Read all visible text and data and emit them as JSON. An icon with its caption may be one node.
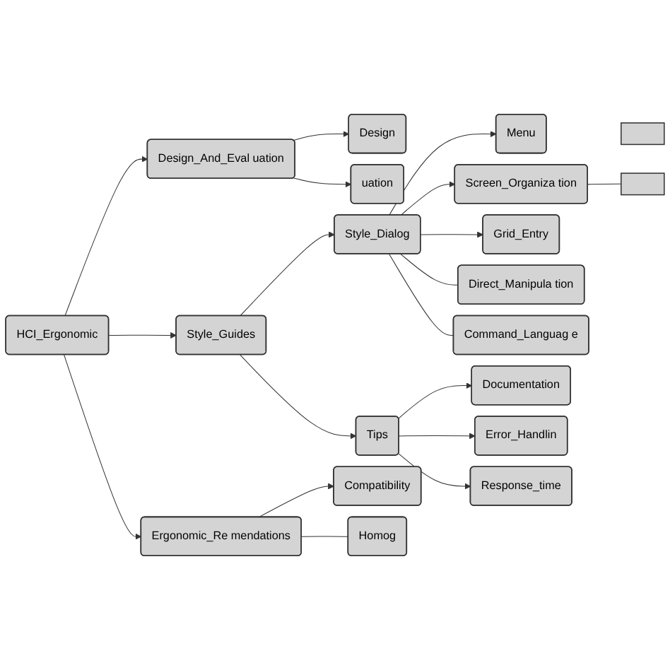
{
  "diagram": {
    "nodes": [
      {
        "text": [
          "HCI_Ergonomic"
        ]
      },
      {
        "text": [
          "Design_And_Eval uation"
        ]
      },
      {
        "text": [
          "Style_Guides"
        ]
      },
      {
        "text": [
          "Ergonomic_Re mendations"
        ]
      },
      {
        "text": [
          "Design"
        ]
      },
      {
        "text": [
          "Compatibility"
        ]
      },
      {
        "text": [
          "Style_Dialog"
        ]
      },
      {
        "text": [
          "uation"
        ]
      },
      {
        "text": [
          "Tips"
        ]
      },
      {
        "text": [
          "Homog"
        ]
      },
      {
        "text": [
          "Menu"
        ]
      },
      {
        "text": [
          "Documentation"
        ]
      },
      {
        "text": [
          "Error_Handlin"
        ]
      },
      {
        "text": [],
        "shape": "box"
      },
      {
        "text": [
          "Grid_Entry"
        ]
      },
      {
        "text": [
          "Response_time"
        ]
      },
      {
        "text": [
          "Screen_Organiza tion"
        ]
      },
      {
        "text": [
          "Command_Languag e"
        ]
      },
      {
        "text": [],
        "shape": "box"
      },
      {
        "text": [
          "Direct_Manipula tion"
        ]
      }
    ],
    "edges": [
      {
        "from": 0,
        "to": 1,
        "arrow": "to"
      },
      {
        "from": 0,
        "to": 2,
        "arrow": "to"
      },
      {
        "from": 0,
        "to": 3,
        "arrow": "to"
      },
      {
        "from": 1,
        "to": 4,
        "arrow": "to"
      },
      {
        "from": 1,
        "to": 7,
        "arrow": "to"
      },
      {
        "from": 2,
        "to": 6,
        "arrow": "to"
      },
      {
        "from": 2,
        "to": 8,
        "arrow": "to"
      },
      {
        "from": 3,
        "to": 5,
        "arrow": "to"
      },
      {
        "from": 3,
        "to": 9,
        "arrow": "none"
      },
      {
        "from": 6,
        "to": 10,
        "arrow": "to"
      },
      {
        "from": 6,
        "to": 16,
        "arrow": "to"
      },
      {
        "from": 6,
        "to": 14,
        "arrow": "to"
      },
      {
        "from": 6,
        "to": 19,
        "arrow": "none"
      },
      {
        "from": 6,
        "to": 17,
        "arrow": "none"
      },
      {
        "from": 8,
        "to": 11,
        "arrow": "to"
      },
      {
        "from": 8,
        "to": 12,
        "arrow": "to"
      },
      {
        "from": 8,
        "to": 15,
        "arrow": "to"
      },
      {
        "from": 16,
        "to": 18,
        "arrow": "none"
      }
    ]
  }
}
